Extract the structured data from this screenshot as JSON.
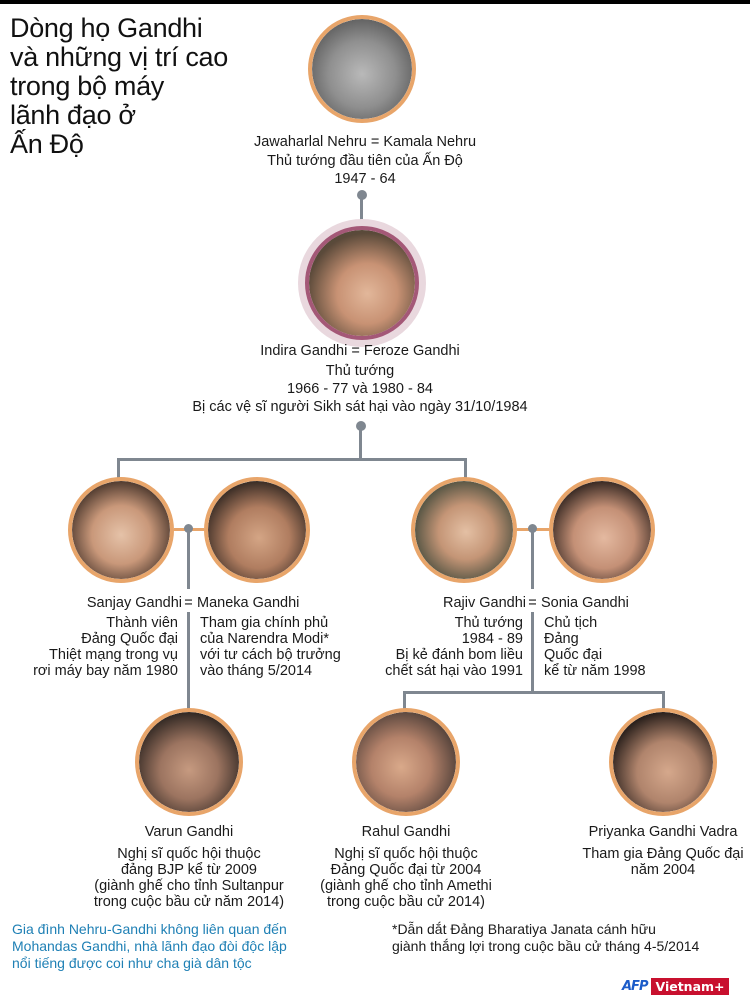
{
  "title": {
    "lines": [
      "Dòng họ Gandhi",
      "và những vị trí cao",
      "trong bộ máy",
      "lãnh đạo ở",
      "Ấn Độ"
    ]
  },
  "colors": {
    "connector": "#7f8790",
    "portrait_ring": "#e8a56a",
    "indira_ring": "#a45877",
    "indira_halo": "#e9d8de",
    "note_blue": "#1f80b5",
    "vietnamplus_red": "#c8102e",
    "afp_blue": "#1c5cc9"
  },
  "generations": {
    "gen1": {
      "nehru": {
        "portrait_icon": "portrait-nehru",
        "names": "Jawaharlal Nehru = Kamala Nehru",
        "role": "Thủ tướng đầu tiên của Ấn Độ",
        "years": "1947 - 64"
      }
    },
    "gen2": {
      "indira": {
        "portrait_icon": "portrait-indira",
        "names": "Indira Gandhi = Feroze Gandhi",
        "role": "Thủ tướng",
        "years": "1966 - 77 và 1980 - 84",
        "note": "Bị các vệ sĩ người Sikh sát hại vào ngày 31/10/1984"
      }
    },
    "gen3": {
      "sanjay_maneka": {
        "names_left": "Sanjay Gandhi",
        "eq": "=",
        "names_right": "Maneka Gandhi",
        "left_desc": [
          "Thành viên",
          "Đảng Quốc đại",
          "Thiệt mạng trong vụ",
          "rơi máy bay năm 1980"
        ],
        "right_desc": [
          "Tham gia chính phủ",
          "của Narendra Modi*",
          "với tư cách bộ trưởng",
          "vào tháng 5/2014"
        ]
      },
      "rajiv_sonia": {
        "names_left": "Rajiv Gandhi",
        "eq": "=",
        "names_right": "Sonia Gandhi",
        "left_desc": [
          "Thủ tướng",
          "1984 - 89",
          "Bị kẻ đánh bom liều",
          "chết sát hại vào 1991"
        ],
        "right_desc": [
          "Chủ tịch",
          "Đảng",
          "Quốc đại",
          "kể từ năm 1998"
        ]
      }
    },
    "gen4": {
      "varun": {
        "name": "Varun Gandhi",
        "desc": [
          "Nghị sĩ quốc hội thuộc",
          "đảng BJP kể từ 2009",
          "(giành ghế cho tỉnh Sultanpur",
          "trong cuộc bầu cử năm 2014)"
        ]
      },
      "rahul": {
        "name": "Rahul Gandhi",
        "desc": [
          "Nghị sĩ quốc hội thuộc",
          "Đảng Quốc đại từ 2004",
          "(giành ghế cho tỉnh Amethi",
          "trong cuộc bầu cử 2014)"
        ]
      },
      "priyanka": {
        "name": "Priyanka Gandhi Vadra",
        "desc": [
          "Tham gia Đảng Quốc đại",
          "năm 2004"
        ]
      }
    }
  },
  "footer": {
    "left_note": [
      "Gia đình Nehru-Gandhi không liên quan đến",
      "Mohandas Gandhi, nhà lãnh đạo đòi độc lập",
      "nổi tiếng được coi như cha già dân tộc"
    ],
    "right_note": [
      "*Dẫn dắt Đảng Bharatiya Janata cánh hữu",
      "giành thắng lợi trong cuộc bầu cử tháng 4-5/2014"
    ],
    "logo_afp": "AFP",
    "logo_vietnamplus": "Vietnam+"
  }
}
